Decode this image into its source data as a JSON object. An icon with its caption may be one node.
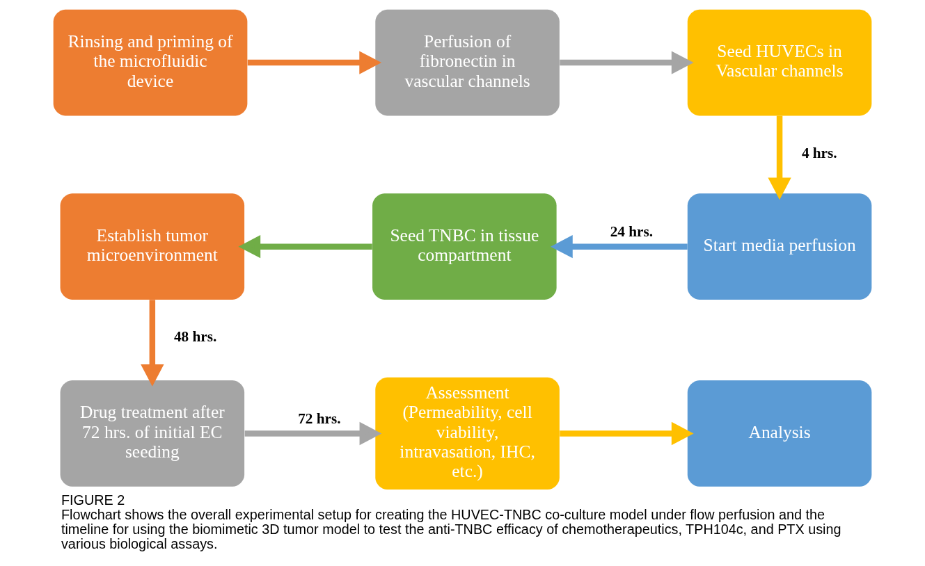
{
  "diagram": {
    "title": "FIGURE 2",
    "caption": "Flowchart shows the overall experimental setup for creating the HUVEC-TNBC co-culture model under flow perfusion and the timeline for using the biomimetic 3D tumor model to test the anti-TNBC efficacy of chemotherapeutics, TPH104c, and PTX using various biological assays.",
    "nodes": [
      {
        "text": [
          "Rinsing and priming of the microfluidic device"
        ]
      },
      {
        "text": [
          "Perfusion of fibronectin in vascular channels"
        ]
      },
      {
        "text": [
          "Seed HUVECs in Vascular channels"
        ]
      },
      {
        "text": [
          "Establish tumor microenvironment"
        ]
      },
      {
        "text": [
          "Seed TNBC in tissue compartment"
        ]
      },
      {
        "text": [
          "Start media perfusion"
        ]
      },
      {
        "text": [
          "Drug treatment after 72 hrs. of initial EC seeding"
        ]
      },
      {
        "text": [
          "Assessment (Permeability, cell viability, intravasation, IHC, etc.)"
        ]
      },
      {
        "text": [
          "Analysis"
        ]
      }
    ],
    "edges": [
      {
        "from": 0,
        "to": 1,
        "arrow": "to",
        "color": "#ed7d31"
      },
      {
        "from": 1,
        "to": 2,
        "arrow": "to",
        "color": "#a5a5a5"
      },
      {
        "from": 2,
        "to": 5,
        "arrow": "to",
        "label": "4 hrs.",
        "color": "#ffc000"
      },
      {
        "from": 5,
        "to": 4,
        "arrow": "to",
        "label": "24 hrs.",
        "color": "#5b9bd5"
      },
      {
        "from": 4,
        "to": 3,
        "arrow": "to",
        "color": "#70ad47"
      },
      {
        "from": 3,
        "to": 6,
        "arrow": "to",
        "label": "48 hrs.",
        "color": "#ed7d31"
      },
      {
        "from": 6,
        "to": 7,
        "arrow": "to",
        "label": "72 hrs.",
        "color": "#a5a5a5"
      },
      {
        "from": 7,
        "to": 8,
        "arrow": "to",
        "color": "#ffc000"
      }
    ]
  }
}
